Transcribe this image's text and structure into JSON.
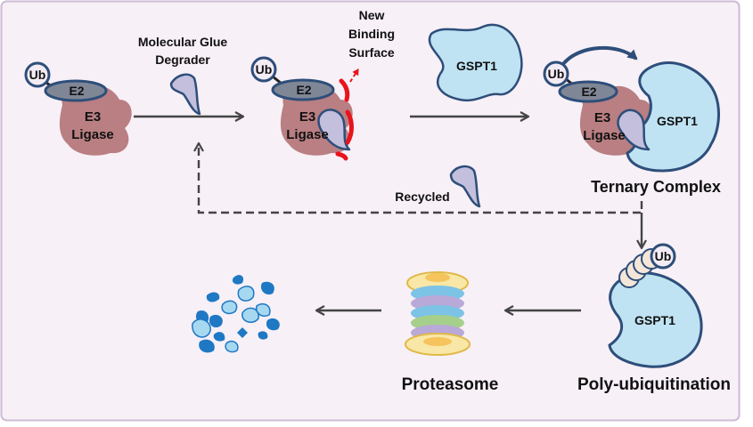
{
  "labels": {
    "ub": "Ub",
    "e2": "E2",
    "e3_line1": "E3",
    "e3_line2": "Ligase",
    "glue_line1": "Molecular Glue",
    "glue_line2": "Degrader",
    "new_line1": "New",
    "new_line2": "Binding",
    "new_line3": "Surface",
    "gspt1": "GSPT1",
    "ternary": "Ternary Complex",
    "recycled": "Recycled",
    "polyub": "Poly-ubiquitination",
    "proteasome": "Proteasome"
  },
  "colors": {
    "background": "#f7f0f7",
    "border": "#cdbbd5",
    "e3_ligase": "#b97f82",
    "e2": "#7f8796",
    "outline": "#2e4e7a",
    "gspt1": "#bfe3f3",
    "glue": "#c3bfdc",
    "new_surface": "#e8141c",
    "arrow": "#444444",
    "fragment_dark": "#1f78c4",
    "fragment_light": "#a6d8f0"
  },
  "icons": [
    "arrow-right-icon",
    "arrow-left-icon",
    "arrow-down-icon",
    "dashed-recycle-arrow-icon"
  ]
}
